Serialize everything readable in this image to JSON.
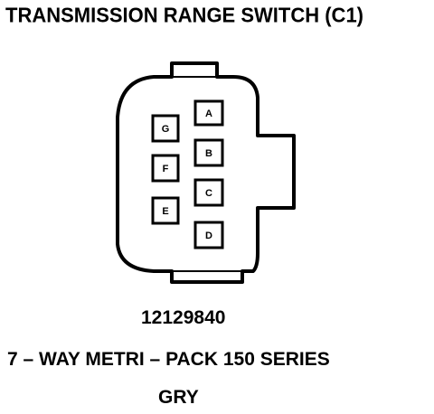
{
  "title": "TRANSMISSION RANGE SWITCH (C1)",
  "connector": {
    "pins": [
      "A",
      "B",
      "C",
      "D",
      "E",
      "F",
      "G"
    ]
  },
  "part_number": "12129840",
  "description": "7 – WAY METRI – PACK 150 SERIES",
  "color_code": "GRY"
}
